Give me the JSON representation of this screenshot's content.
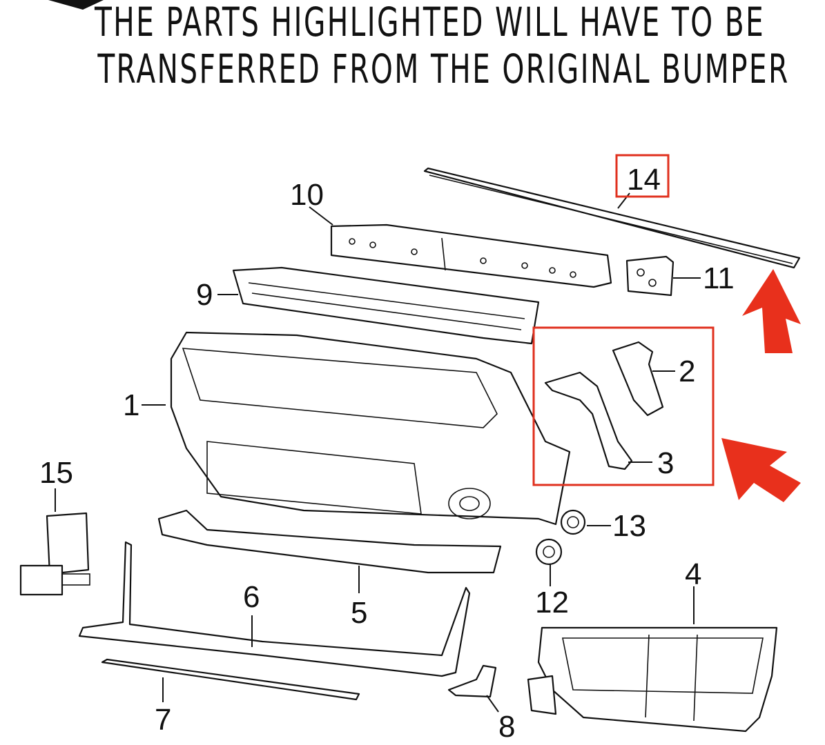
{
  "banner": {
    "line1": "THE PARTS HIGHLIGHTED WILL HAVE TO BE",
    "line2": "TRANSFERRED FROM THE ORIGINAL BUMPER"
  },
  "callouts": {
    "c1": "1",
    "c2": "2",
    "c3": "3",
    "c4": "4",
    "c5": "5",
    "c6": "6",
    "c7": "7",
    "c8": "8",
    "c9": "9",
    "c10": "10",
    "c11": "11",
    "c12": "12",
    "c13": "13",
    "c14": "14",
    "c15": "15"
  },
  "highlight": {
    "color": "#e0301e",
    "arrow_color": "#e8301c",
    "highlighted_callouts": [
      "14",
      "2",
      "3"
    ]
  }
}
